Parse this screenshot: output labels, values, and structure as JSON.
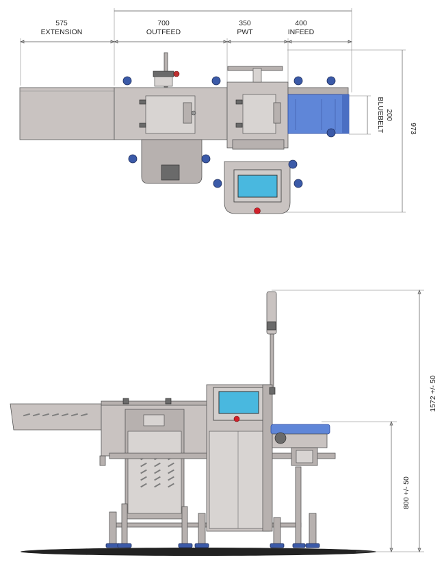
{
  "top_view": {
    "dimensions": [
      {
        "value": "575",
        "label": "EXTENSION"
      },
      {
        "value": "700",
        "label": "OUTFEED"
      },
      {
        "value": "350",
        "label": "PWT"
      },
      {
        "value": "400",
        "label": "INFEED"
      }
    ],
    "belt_dim": {
      "value": "200",
      "label": "BLUEBELT"
    },
    "depth_dim": {
      "value": "973"
    }
  },
  "side_view": {
    "total_height": "1572 +/- 50",
    "belt_height": "800 +/- 50"
  },
  "colors": {
    "steel": "#c9c3c1",
    "belt": "#5f86d8",
    "wheel": "#3b5aa8",
    "screen": "#49b8df",
    "emergency_stop": "#d0202a"
  }
}
